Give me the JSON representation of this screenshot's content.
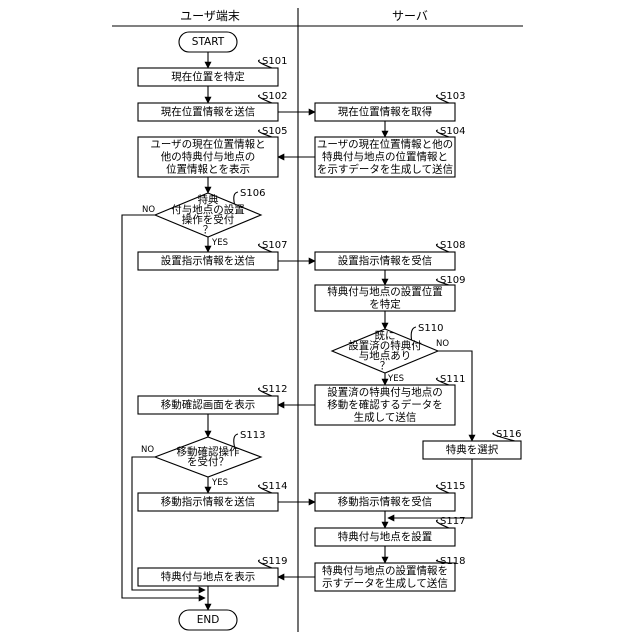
{
  "lanes": {
    "left": "ユーザ端末",
    "right": "サーバ"
  },
  "answers": {
    "yes": "YES",
    "no": "NO"
  },
  "nodes": {
    "start": {
      "lines": [
        "START"
      ]
    },
    "end": {
      "lines": [
        "END"
      ]
    },
    "s101": {
      "step": "S101",
      "lines": [
        "現在位置を特定"
      ]
    },
    "s102": {
      "step": "S102",
      "lines": [
        "現在位置情報を送信"
      ]
    },
    "s103": {
      "step": "S103",
      "lines": [
        "現在位置情報を取得"
      ]
    },
    "s104": {
      "step": "S104",
      "lines": [
        "ユーザの現在位置情報と他の",
        "特典付与地点の位置情報と",
        "を示すデータを生成して送信"
      ]
    },
    "s105": {
      "step": "S105",
      "lines": [
        "ユーザの現在位置情報と",
        "他の特典付与地点の",
        "位置情報とを表示"
      ]
    },
    "s106": {
      "step": "S106",
      "lines": [
        "特典",
        "付与地点の設置",
        "操作を受付",
        "？"
      ]
    },
    "s107": {
      "step": "S107",
      "lines": [
        "設置指示情報を送信"
      ]
    },
    "s108": {
      "step": "S108",
      "lines": [
        "設置指示情報を受信"
      ]
    },
    "s109": {
      "step": "S109",
      "lines": [
        "特典付与地点の設置位置",
        "を特定"
      ]
    },
    "s110": {
      "step": "S110",
      "lines": [
        "既に",
        "設置済の特典付",
        "与地点あり",
        "？"
      ]
    },
    "s111": {
      "step": "S111",
      "lines": [
        "設置済の特典付与地点の",
        "移動を確認するデータを",
        "生成して送信"
      ]
    },
    "s112": {
      "step": "S112",
      "lines": [
        "移動確認画面を表示"
      ]
    },
    "s113": {
      "step": "S113",
      "lines": [
        "移動確認操作",
        "を受付？"
      ]
    },
    "s114": {
      "step": "S114",
      "lines": [
        "移動指示情報を送信"
      ]
    },
    "s115": {
      "step": "S115",
      "lines": [
        "移動指示情報を受信"
      ]
    },
    "s116": {
      "step": "S116",
      "lines": [
        "特典を選択"
      ]
    },
    "s117": {
      "step": "S117",
      "lines": [
        "特典付与地点を設置"
      ]
    },
    "s118": {
      "step": "S118",
      "lines": [
        "特典付与地点の設置情報を",
        "示すデータを生成して送信"
      ]
    },
    "s119": {
      "step": "S119",
      "lines": [
        "特典付与地点を表示"
      ]
    }
  }
}
